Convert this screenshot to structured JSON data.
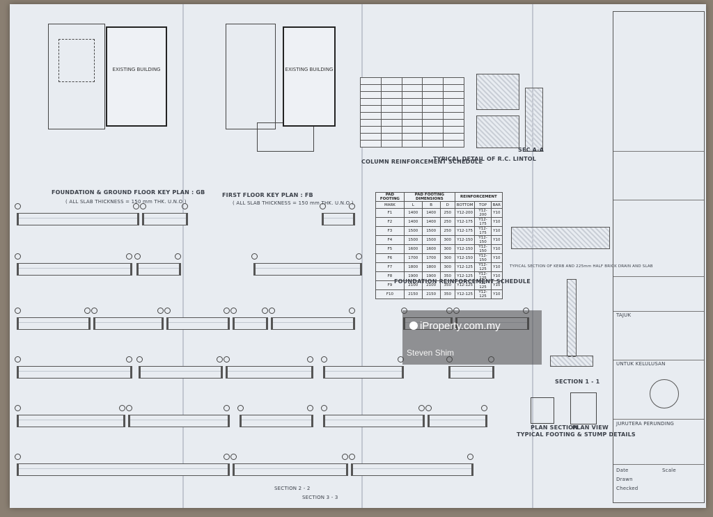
{
  "drawing": {
    "plan_titles": {
      "foundation": "FOUNDATION & GROUND FLOOR KEY PLAN : GB",
      "first_floor": "FIRST FLOOR KEY PLAN : FB",
      "slab_note_1": "( ALL SLAB THICKNESS = 150 mm THK. U.N.O )",
      "slab_note_2": "( ALL SLAB THICKNESS = 150 mm THK. U.N.O )",
      "existing_building": "EXISTING BUILDING"
    },
    "schedules": {
      "column": "COLUMN REINFORCEMENT SCHEDULE",
      "foundation": "FOUNDATION REINFORCEMENT SCHEDULE",
      "lintol": "TYPICAL DETAIL OF R.C. LINTOL",
      "section_aa": "SEC A-A",
      "typical_section": "TYPICAL SECTION OF KERB AND 225mm HALF BRICK DRAIN AND SLAB",
      "section_11": "SECTION 1 - 1",
      "plan_section": "PLAN SECTION",
      "plan_view": "PLAN VIEW",
      "footing_details": "TYPICAL FOOTING & STUMP DETAILS",
      "section_22": "SECTION 2 - 2",
      "section_33": "SECTION 3 - 3"
    },
    "foundation_table": {
      "headers": [
        "PAD FOOTING",
        "PAD FOOTING DIMENSIONS",
        "REINFORCEMENT"
      ],
      "subheaders": [
        "MARK",
        "L",
        "B",
        "D",
        "BOTTOM",
        "TOP",
        "BAR"
      ],
      "rows": [
        [
          "F1",
          "1400",
          "1400",
          "250",
          "Y12-200",
          "Y12-200",
          "Y10"
        ],
        [
          "F2",
          "1400",
          "1400",
          "250",
          "Y12-175",
          "Y12-175",
          "Y10"
        ],
        [
          "F3",
          "1500",
          "1500",
          "250",
          "Y12-175",
          "Y12-175",
          "Y10"
        ],
        [
          "F4",
          "1500",
          "1500",
          "300",
          "Y12-150",
          "Y12-150",
          "Y10"
        ],
        [
          "F5",
          "1600",
          "1600",
          "300",
          "Y12-150",
          "Y12-150",
          "Y10"
        ],
        [
          "F6",
          "1700",
          "1700",
          "300",
          "Y12-150",
          "Y12-150",
          "Y10"
        ],
        [
          "F7",
          "1800",
          "1800",
          "300",
          "Y12-125",
          "Y12-125",
          "Y10"
        ],
        [
          "F8",
          "1900",
          "1900",
          "350",
          "Y12-125",
          "Y12-125",
          "Y10"
        ],
        [
          "F9",
          "2100",
          "2100",
          "350",
          "Y12-125",
          "Y12-125",
          "Y10"
        ],
        [
          "F10",
          "2150",
          "2150",
          "350",
          "Y12-125",
          "Y12-125",
          "Y10"
        ]
      ]
    },
    "title_block": {
      "company": "JURUTERA PERUNDING",
      "date_label": "Date",
      "scale_label": "Scale",
      "drawn_label": "Drawn",
      "checked_label": "Checked",
      "project": "TAJUK",
      "approval": "UNTUK KELULUSAN"
    }
  },
  "watermark": {
    "brand": "iProperty.com.my",
    "agent": "Steven Shim"
  },
  "colors": {
    "paper": "#e8ecf1",
    "ink": "#2b2f36",
    "background": "#8a7f72"
  }
}
